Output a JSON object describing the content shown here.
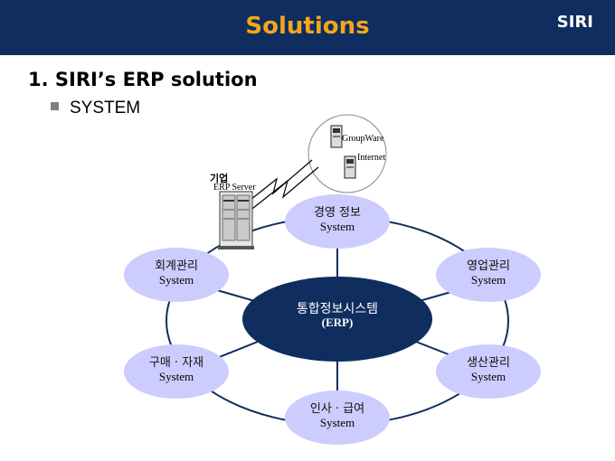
{
  "header": {
    "title": "Solutions",
    "brand": "SIRI"
  },
  "section": {
    "title": "1. SIRI’s ERP solution",
    "bullet": "SYSTEM"
  },
  "diagram": {
    "hub": {
      "label": "통합정보시스템",
      "sub": "(ERP)"
    },
    "nodes": [
      {
        "label": "경영 정보",
        "sub": "System"
      },
      {
        "label": "영업관리",
        "sub": "System"
      },
      {
        "label": "생산관리",
        "sub": "System"
      },
      {
        "label": "인사 · 급여",
        "sub": "System"
      },
      {
        "label": "구매 · 자재",
        "sub": "System"
      },
      {
        "label": "회계관리",
        "sub": "System"
      }
    ],
    "server": {
      "corp_label": "기업",
      "name": "ERP Server"
    },
    "cloud": {
      "groupware": "GroupWare",
      "internet": "Internet"
    }
  },
  "colors": {
    "header_bg": "#0f2d5e",
    "title_accent": "#f3a61a",
    "node_fill": "#ccccff",
    "hub_fill": "#0f2d5e",
    "line": "#0f2d5e"
  }
}
